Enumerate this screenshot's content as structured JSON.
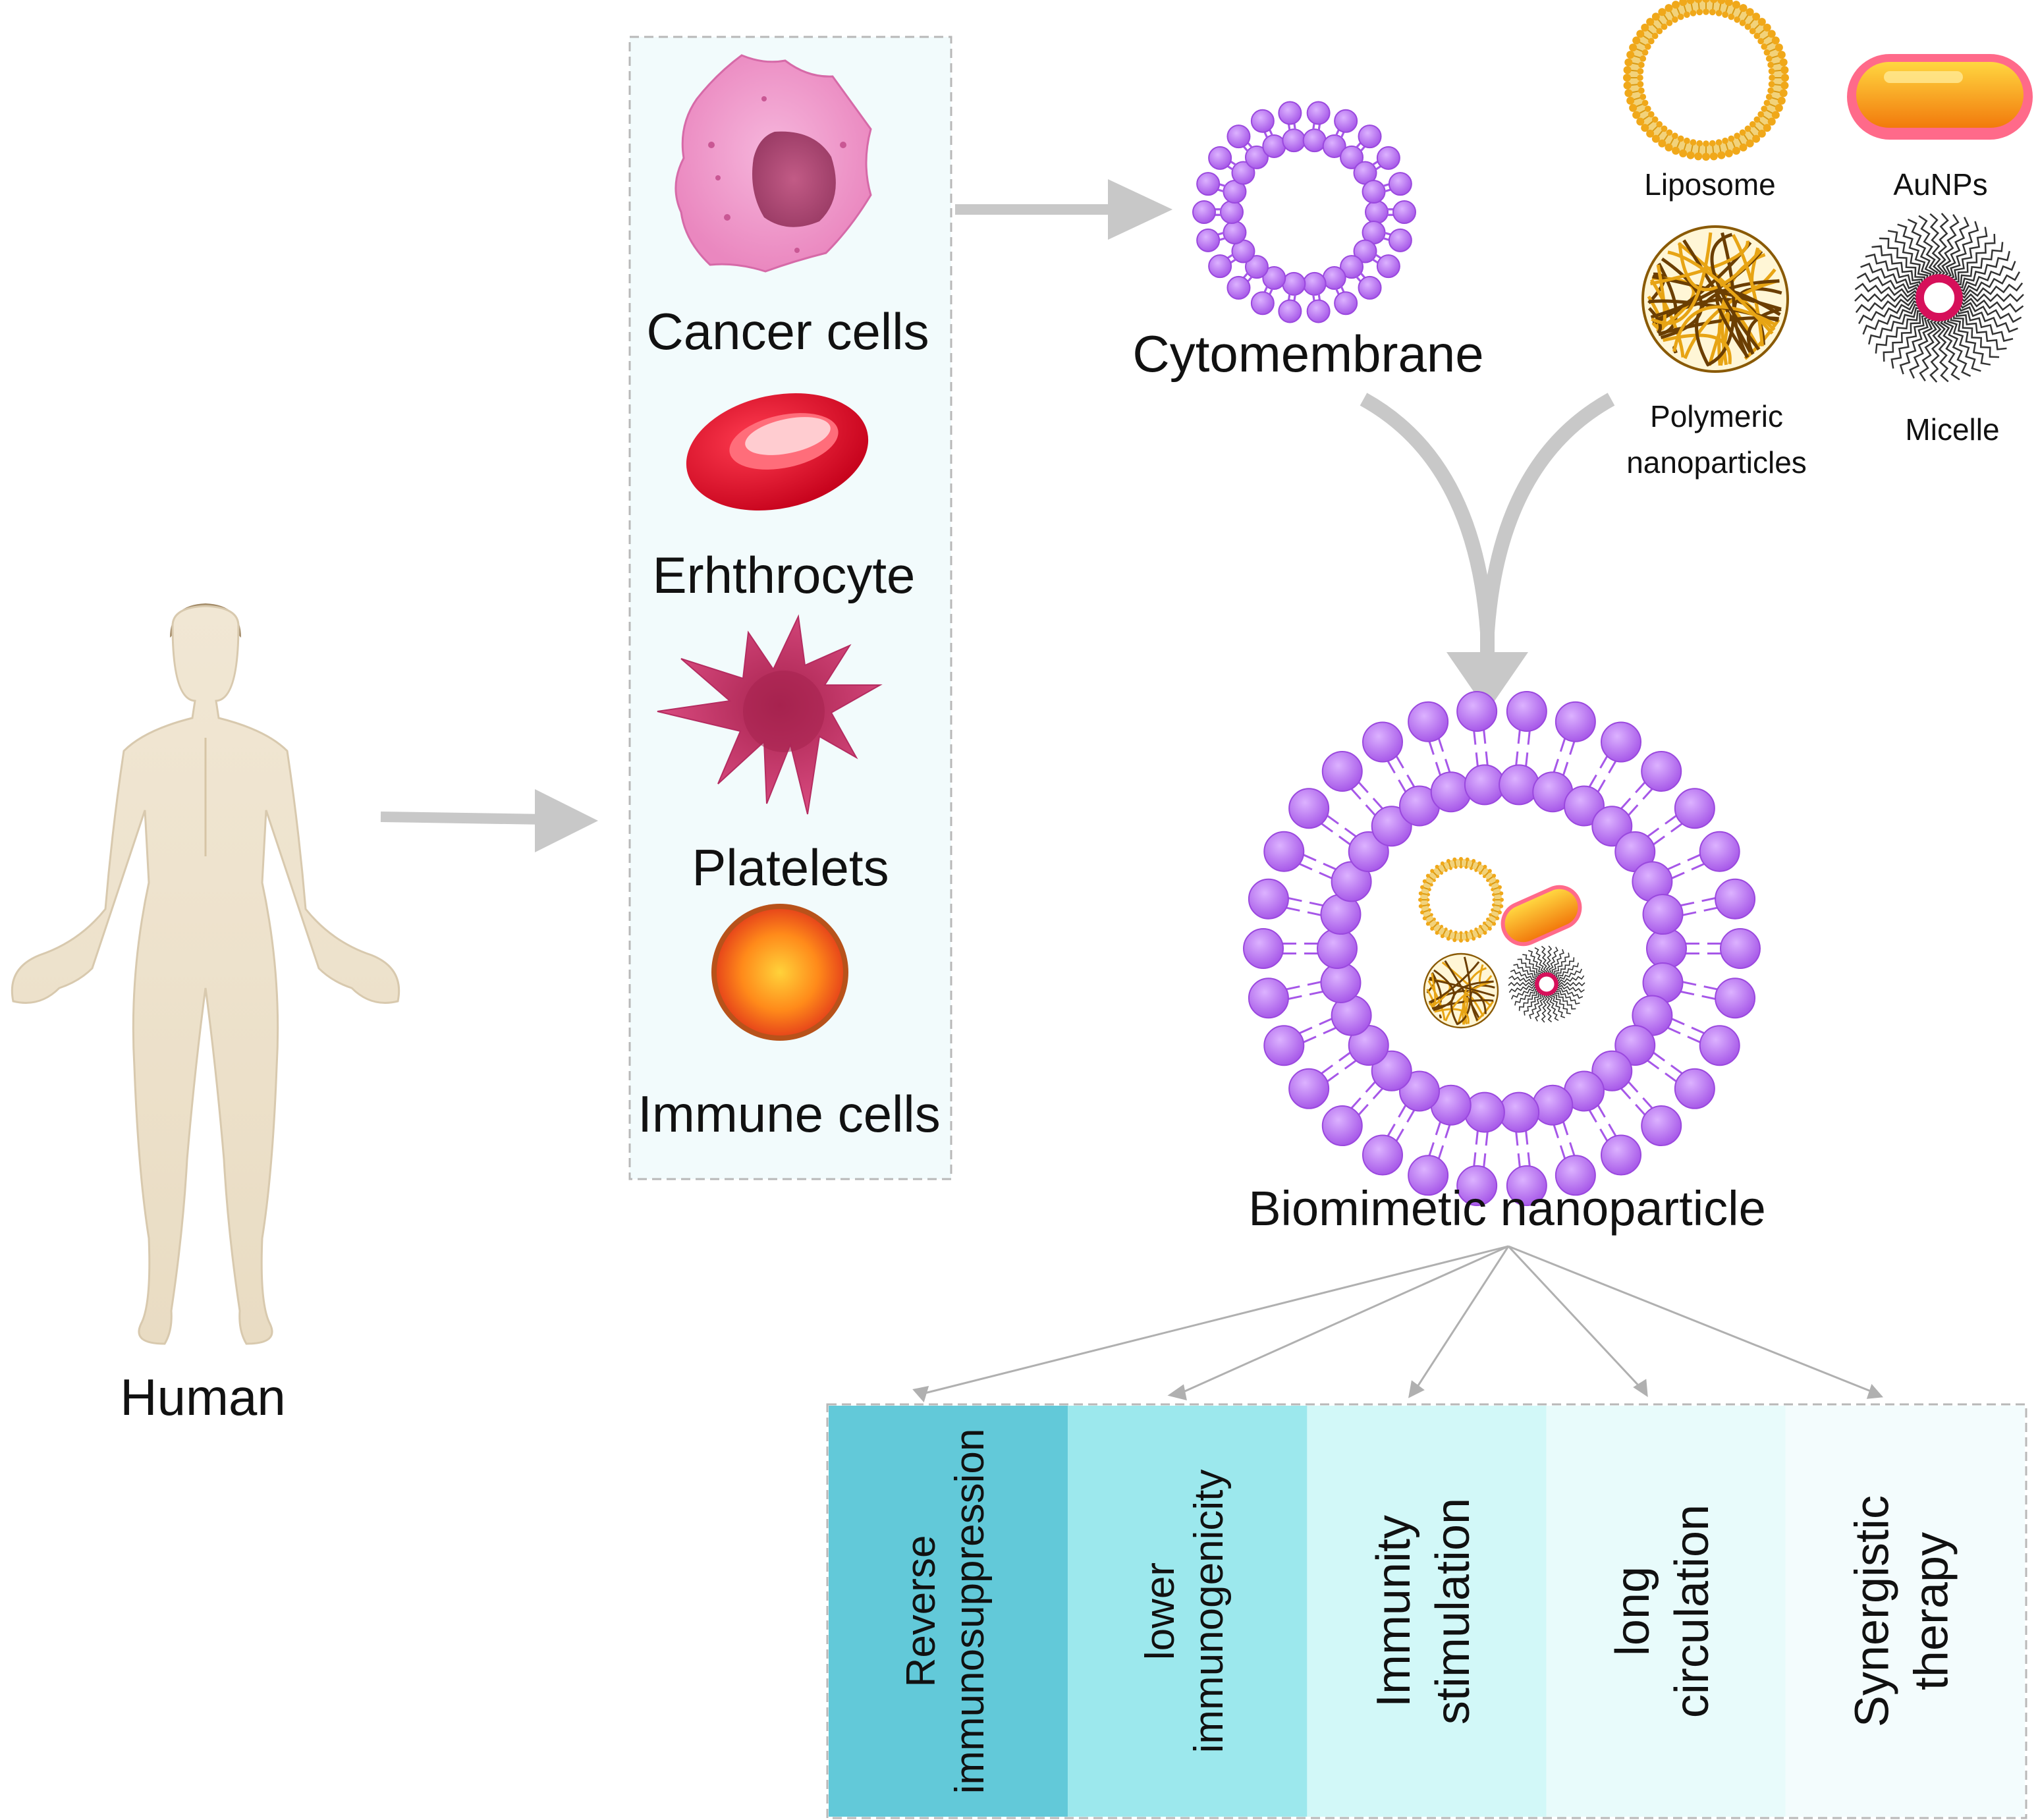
{
  "human": {
    "label": "Human"
  },
  "source_cells": [
    {
      "label": "Cancer cells"
    },
    {
      "label": "Erhthrocyte"
    },
    {
      "label": "Platelets"
    },
    {
      "label": "Immune cells"
    }
  ],
  "cytomembrane": {
    "label": "Cytomembrane"
  },
  "nanoparticles": {
    "liposome": "Liposome",
    "aunps": "AuNPs",
    "polymeric_line1": "Polymeric",
    "polymeric_line2": "nanoparticles",
    "micelle": "Micelle"
  },
  "result": {
    "label": "Biomimetic nanoparticle"
  },
  "properties": [
    {
      "line1": "Reverse",
      "line2": "immunosuppression",
      "color": "#62c9d9"
    },
    {
      "line1": "lower",
      "line2": "immunogenicity",
      "color": "#9ce8ed"
    },
    {
      "line1": "Immunity",
      "line2": "stimulation",
      "color": "#d2f8f8"
    },
    {
      "line1": "long",
      "line2": "circulation",
      "color": "#e8fbfb"
    },
    {
      "line1": "Synergistic",
      "line2": "therapy",
      "color": "#f3fcfd"
    }
  ],
  "colors": {
    "arrow_gray": "#c8c8c8",
    "membrane_purple": "#b36cf0",
    "cancer_pink": "#ee8fc6",
    "erythrocyte_red": "#e8102a",
    "platelet_crimson": "#c8376b",
    "immune_orange": "#f26a14",
    "gold": "#e9a317",
    "cell_panel_bg": "#f2fbfc"
  }
}
